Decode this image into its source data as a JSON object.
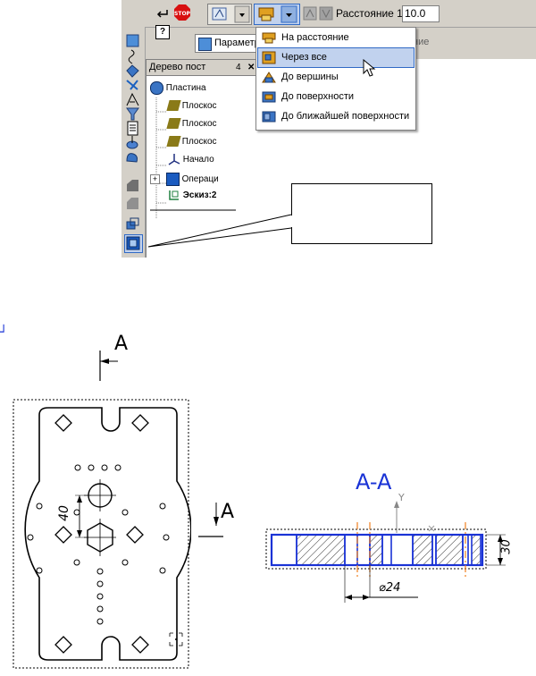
{
  "toolbar": {
    "distance_label": "Расстояние 1",
    "distance_value": "10.0",
    "help_icon": "?"
  },
  "tabs": {
    "params": "Параметр",
    "params_cut": "ние"
  },
  "tree": {
    "title": "Дерево пост",
    "pin": "4",
    "close": "✕",
    "items": [
      {
        "label": "Пластина"
      },
      {
        "label": "Плоскос"
      },
      {
        "label": "Плоскос"
      },
      {
        "label": "Плоскос"
      },
      {
        "label": "Начало"
      },
      {
        "label": "Операци"
      },
      {
        "label": "Эскиз:2"
      }
    ],
    "expander": "+"
  },
  "menu": {
    "items": [
      {
        "label": "На расстояние",
        "selected": false,
        "icon": "distance-icon"
      },
      {
        "label": "Через все",
        "selected": true,
        "icon": "through-all-icon"
      },
      {
        "label": "До вершины",
        "selected": false,
        "icon": "to-vertex-icon"
      },
      {
        "label": "До поверхности",
        "selected": false,
        "icon": "to-surface-icon"
      },
      {
        "label": "До ближайшей поверхности",
        "selected": false,
        "icon": "to-nearest-surface-icon"
      }
    ]
  },
  "drawing": {
    "section_mark_top": "A",
    "section_mark_side": "A",
    "section_title": "A-A",
    "axis_label": "Y",
    "dim_40": "40",
    "dim_30": "30",
    "dim_d24": "⌀24",
    "corner_mark": "┘"
  },
  "colors": {
    "accent": "#316ac5",
    "highlight": "#c1d2ee",
    "drawing_blue": "#1a33d6",
    "axis_orange": "#f08020"
  }
}
